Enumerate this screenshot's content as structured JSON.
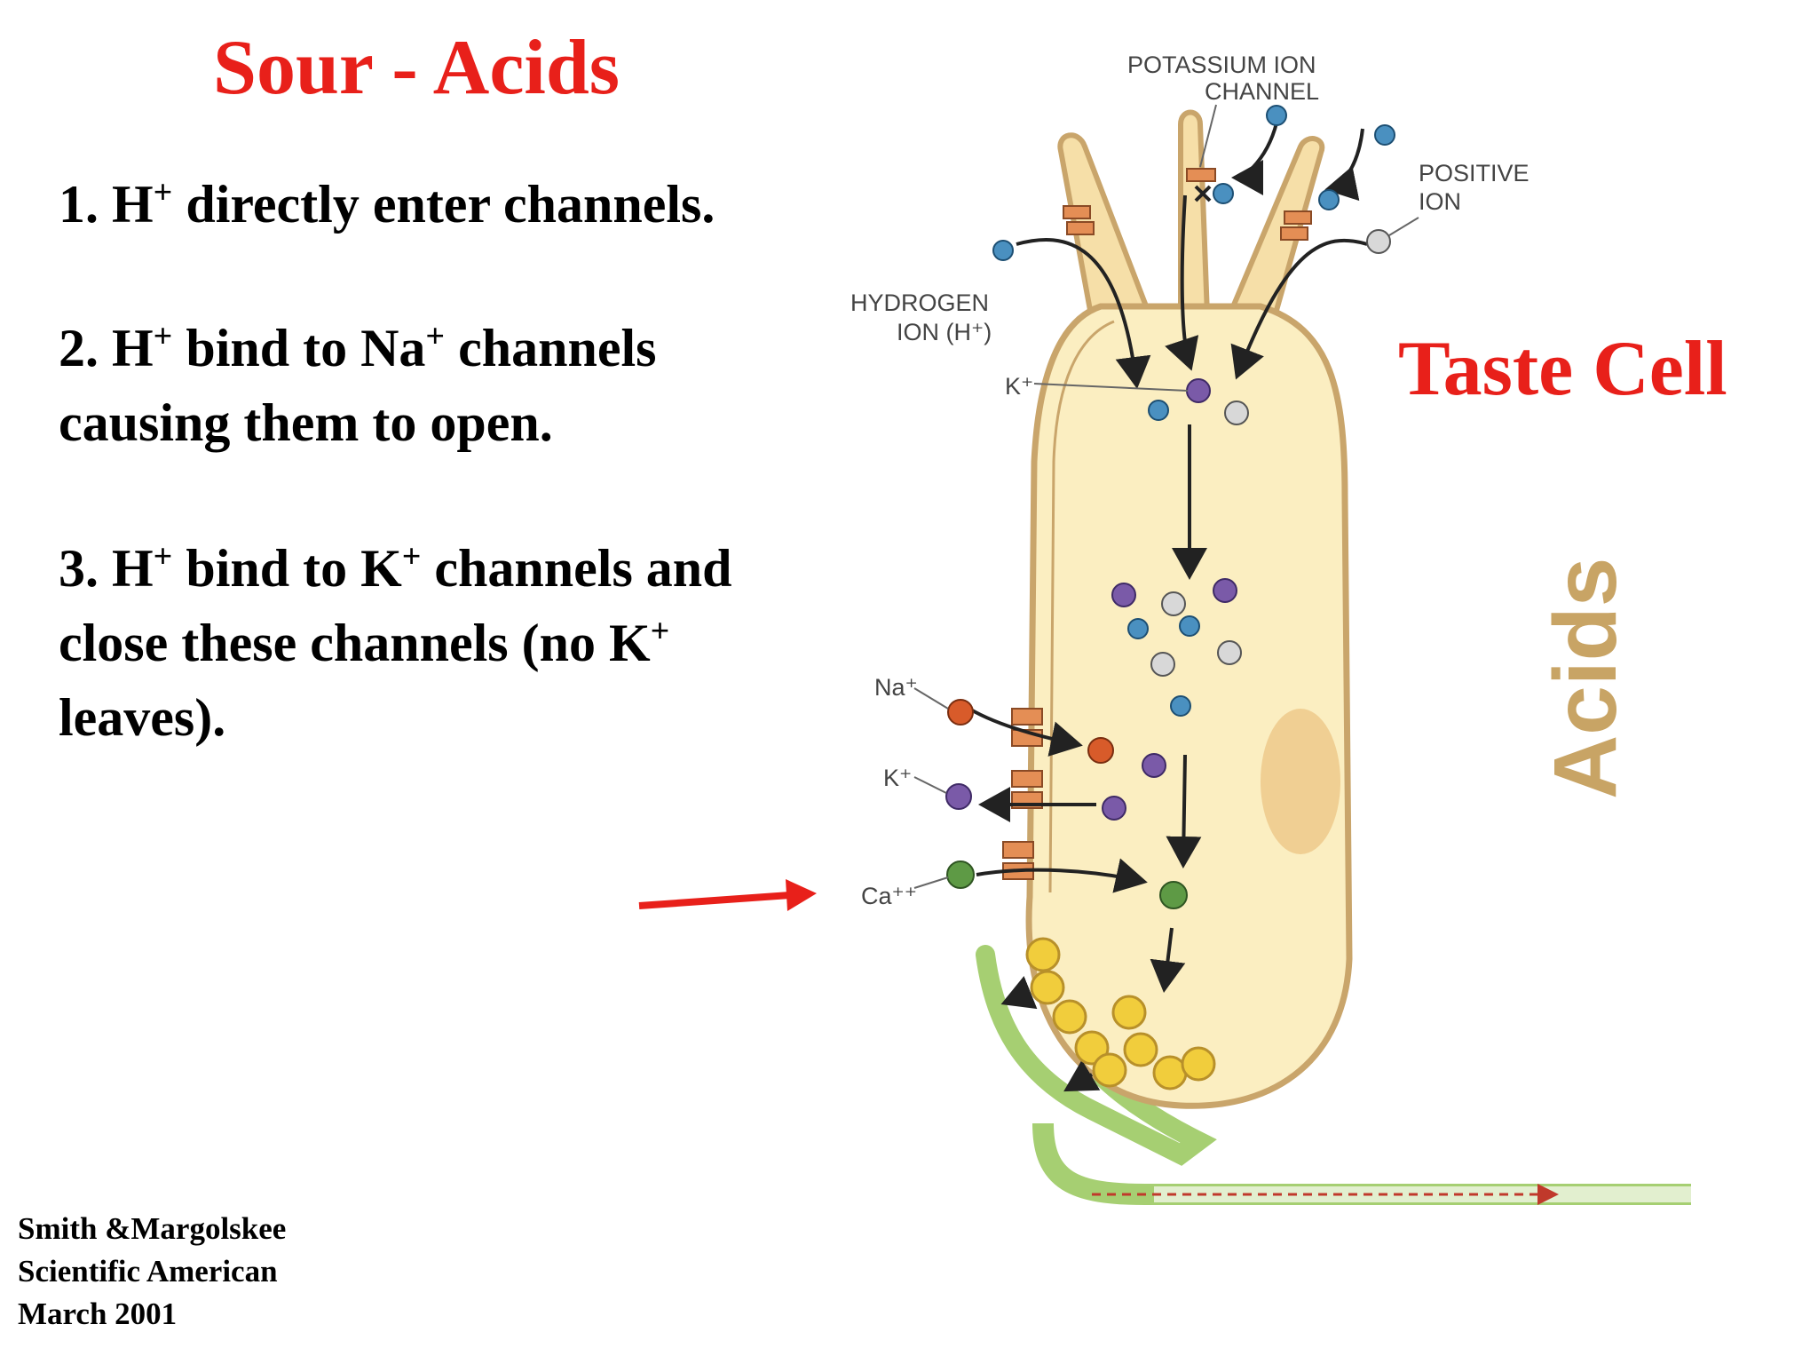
{
  "title": "Sour - Acids",
  "points": [
    {
      "pre": "1. H",
      "sup1": "+",
      "post": " directly enter channels."
    },
    {
      "line1_pre": "2. H",
      "line1_sup1": "+",
      "line1_mid": " bind to Na",
      "line1_sup2": "+",
      "line1_post": " channels",
      "line2": "causing them to open."
    },
    {
      "line1_pre": "3. H",
      "line1_sup1": "+",
      "line1_mid": " bind to K",
      "line1_sup2": "+",
      "line1_post": " channels and",
      "line2_pre": "close these channels (no K",
      "line2_sup": "+",
      "line3": "leaves)."
    }
  ],
  "citation": {
    "line1": "Smith &Margolskee",
    "line2": "Scientific American",
    "line3": "March 2001"
  },
  "taste_cell_label": "Taste Cell",
  "diagram": {
    "potassium_channel_label_1": "POTASSIUM ION",
    "potassium_channel_label_2": "CHANNEL",
    "positive_ion_label_1": "POSITIVE",
    "positive_ion_label_2": "ION",
    "hydrogen_label_1": "HYDROGEN",
    "hydrogen_label_2": "ION (H⁺)",
    "k_label_top": "K⁺",
    "na_label": "Na⁺",
    "k_label_side": "K⁺",
    "ca_label": "Ca⁺⁺",
    "acids_label": "Acids"
  },
  "colors": {
    "title": "#e8201a",
    "cell_fill": "#fbeec1",
    "cell_outline": "#c9a56b",
    "hydrogen_ion": "#4a90c0",
    "potassium_ion": "#7a5aa8",
    "sodium_ion": "#d85b2a",
    "calcium_ion": "#5e9a45",
    "positive_ion": "#cccccc",
    "nerve": "#a6cf72",
    "vesicle": "#f1cd3c",
    "red_arrow": "#e8201a"
  }
}
